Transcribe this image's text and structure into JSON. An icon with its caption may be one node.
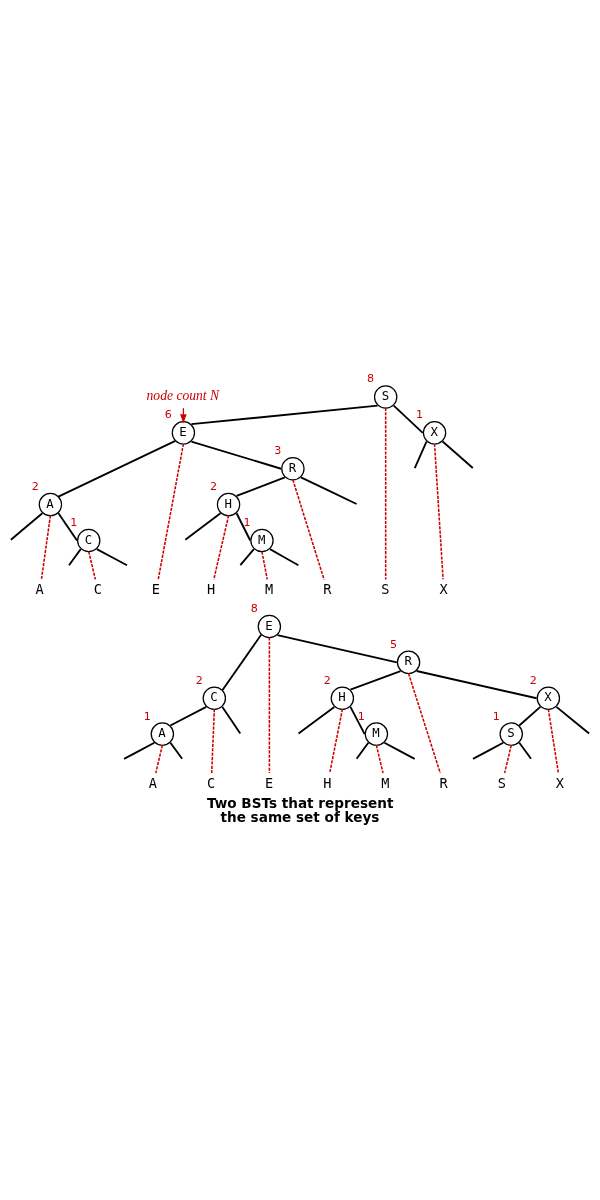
{
  "diagram": {
    "caption": "Two BSTs that represent the same set of keys",
    "nodes": [
      {
        "text": [
          "node count N"
        ]
      },
      {
        "text": [
          "S"
        ],
        "beside": [
          "8"
        ]
      },
      {
        "text": [
          "E"
        ],
        "beside": [
          "6"
        ]
      },
      {
        "text": [
          "X"
        ],
        "beside": [
          "1"
        ]
      },
      {
        "text": [
          "A"
        ],
        "beside": [
          "2"
        ]
      },
      {
        "text": [
          "R"
        ],
        "beside": [
          "3"
        ]
      },
      {
        "text": [
          "C"
        ],
        "beside": [
          "1"
        ]
      },
      {
        "text": [
          "H"
        ],
        "beside": [
          "2"
        ]
      },
      {
        "text": [
          "M"
        ],
        "beside": [
          "1"
        ]
      },
      {
        "text": [
          "A"
        ]
      },
      {
        "text": [
          "C"
        ]
      },
      {
        "text": [
          "E"
        ]
      },
      {
        "text": [
          "H"
        ]
      },
      {
        "text": [
          "M"
        ]
      },
      {
        "text": [
          "R"
        ]
      },
      {
        "text": [
          "S"
        ]
      },
      {
        "text": [
          "X"
        ]
      },
      {
        "text": [
          "E"
        ],
        "beside": [
          "8"
        ]
      },
      {
        "text": [
          "C"
        ],
        "beside": [
          "2"
        ]
      },
      {
        "text": [
          "R"
        ],
        "beside": [
          "5"
        ]
      },
      {
        "text": [
          "A"
        ],
        "beside": [
          "1"
        ]
      },
      {
        "text": [
          "H"
        ],
        "beside": [
          "2"
        ]
      },
      {
        "text": [
          "X"
        ],
        "beside": [
          "2"
        ]
      },
      {
        "text": [
          "M"
        ],
        "beside": [
          "1"
        ]
      },
      {
        "text": [
          "S"
        ],
        "beside": [
          "1"
        ]
      },
      {
        "text": [
          "A"
        ]
      },
      {
        "text": [
          "C"
        ]
      },
      {
        "text": [
          "E"
        ]
      },
      {
        "text": [
          "H"
        ]
      },
      {
        "text": [
          "M"
        ]
      },
      {
        "text": [
          "R"
        ]
      },
      {
        "text": [
          "S"
        ]
      },
      {
        "text": [
          "X"
        ]
      }
    ],
    "edges": [
      {
        "from": 0,
        "to": 2,
        "arrow": "to",
        "color": "#cc0000"
      },
      {
        "from": 1,
        "to": 2,
        "arrow": "none"
      },
      {
        "from": 1,
        "to": 15,
        "arrow": "none",
        "style": "dashed",
        "color": "#cc0000"
      },
      {
        "from": 1,
        "to": 3,
        "arrow": "none"
      },
      {
        "from": 2,
        "to": 4,
        "arrow": "none"
      },
      {
        "from": 2,
        "to": 11,
        "arrow": "none",
        "style": "dashed",
        "color": "#cc0000"
      },
      {
        "from": 2,
        "to": 5,
        "arrow": "none"
      },
      {
        "from": 3,
        "to": null,
        "arrow": "none"
      },
      {
        "from": 3,
        "to": 16,
        "arrow": "none",
        "style": "dashed",
        "color": "#cc0000"
      },
      {
        "from": 3,
        "to": null,
        "arrow": "none"
      },
      {
        "from": 4,
        "to": null,
        "arrow": "none"
      },
      {
        "from": 4,
        "to": 9,
        "arrow": "none",
        "style": "dashed",
        "color": "#cc0000"
      },
      {
        "from": 4,
        "to": 6,
        "arrow": "none"
      },
      {
        "from": 5,
        "to": 7,
        "arrow": "none"
      },
      {
        "from": 5,
        "to": 14,
        "arrow": "none",
        "style": "dashed",
        "color": "#cc0000"
      },
      {
        "from": 5,
        "to": null,
        "arrow": "none"
      },
      {
        "from": 6,
        "to": null,
        "arrow": "none"
      },
      {
        "from": 6,
        "to": 10,
        "arrow": "none",
        "style": "dashed",
        "color": "#cc0000"
      },
      {
        "from": 6,
        "to": null,
        "arrow": "none"
      },
      {
        "from": 7,
        "to": null,
        "arrow": "none"
      },
      {
        "from": 7,
        "to": 12,
        "arrow": "none",
        "style": "dashed",
        "color": "#cc0000"
      },
      {
        "from": 7,
        "to": 8,
        "arrow": "none"
      },
      {
        "from": 8,
        "to": null,
        "arrow": "none"
      },
      {
        "from": 8,
        "to": 13,
        "arrow": "none",
        "style": "dashed",
        "color": "#cc0000"
      },
      {
        "from": 8,
        "to": null,
        "arrow": "none"
      },
      {
        "from": 17,
        "to": 18,
        "arrow": "none"
      },
      {
        "from": 17,
        "to": 27,
        "arrow": "none",
        "style": "dashed",
        "color": "#cc0000"
      },
      {
        "from": 17,
        "to": 19,
        "arrow": "none"
      },
      {
        "from": 18,
        "to": 20,
        "arrow": "none"
      },
      {
        "from": 18,
        "to": 26,
        "arrow": "none",
        "style": "dashed",
        "color": "#cc0000"
      },
      {
        "from": 18,
        "to": null,
        "arrow": "none"
      },
      {
        "from": 19,
        "to": 21,
        "arrow": "none"
      },
      {
        "from": 19,
        "to": 30,
        "arrow": "none",
        "style": "dashed",
        "color": "#cc0000"
      },
      {
        "from": 19,
        "to": 22,
        "arrow": "none"
      },
      {
        "from": 20,
        "to": null,
        "arrow": "none"
      },
      {
        "from": 20,
        "to": 25,
        "arrow": "none",
        "style": "dashed",
        "color": "#cc0000"
      },
      {
        "from": 20,
        "to": null,
        "arrow": "none"
      },
      {
        "from": 21,
        "to": null,
        "arrow": "none"
      },
      {
        "from": 21,
        "to": 28,
        "arrow": "none",
        "style": "dashed",
        "color": "#cc0000"
      },
      {
        "from": 21,
        "to": 23,
        "arrow": "none"
      },
      {
        "from": 22,
        "to": 24,
        "arrow": "none"
      },
      {
        "from": 22,
        "to": 32,
        "arrow": "none",
        "style": "dashed",
        "color": "#cc0000"
      },
      {
        "from": 22,
        "to": null,
        "arrow": "none"
      },
      {
        "from": 23,
        "to": null,
        "arrow": "none"
      },
      {
        "from": 23,
        "to": 29,
        "arrow": "none",
        "style": "dashed",
        "color": "#cc0000"
      },
      {
        "from": 23,
        "to": null,
        "arrow": "none"
      },
      {
        "from": 24,
        "to": null,
        "arrow": "none"
      },
      {
        "from": 24,
        "to": 31,
        "arrow": "none",
        "style": "dashed",
        "color": "#cc0000"
      },
      {
        "from": 24,
        "to": null,
        "arrow": "none"
      }
    ]
  }
}
